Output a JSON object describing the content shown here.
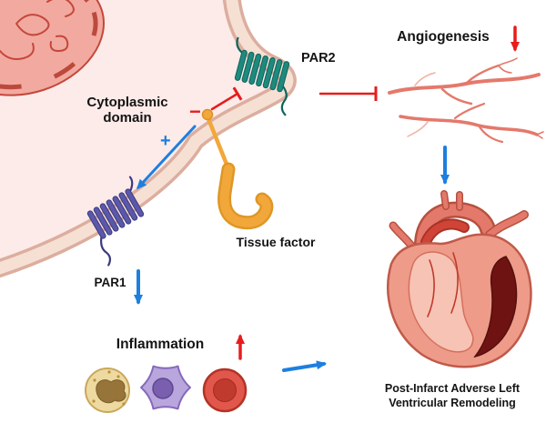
{
  "labels": {
    "cytoplasmic_line1": "Cytoplasmic",
    "cytoplasmic_line2": "domain",
    "par2": "PAR2",
    "par1": "PAR1",
    "tissue_factor": "Tissue factor",
    "angiogenesis": "Angiogenesis",
    "inflammation": "Inflammation",
    "remodeling_line1": "Post-Infarct Adverse Left",
    "remodeling_line2": "Ventricular Remodeling"
  },
  "signs": {
    "activation": "+",
    "inhibition": "−"
  },
  "colors": {
    "activation_blue": "#1d7fe0",
    "inhibition_red": "#e81c1c",
    "par2_teal": "#1e8a7e",
    "par1_purple": "#5b58aa",
    "tissue_factor_orange": "#f2a73b",
    "cell_fill": "#fcebe9",
    "membrane_fill": "#f6e0d4",
    "vessel_salmon": "#e4796b",
    "heart_dark_wall": "#6e1311"
  },
  "icons": {
    "cell": "cell-illustration",
    "nucleus": "nucleus-icon",
    "par2": "par2-receptor-icon",
    "par1": "par1-receptor-icon",
    "tissue_factor": "tissue-factor-icon",
    "vessels": "blood-vessels-icon",
    "heart": "heart-icon",
    "neutrophil": "neutrophil-icon",
    "macrophage": "macrophage-icon",
    "red_blood_cell": "red-blood-cell-icon",
    "decrease": "red-down-arrow-icon",
    "increase": "red-up-arrow-icon"
  }
}
